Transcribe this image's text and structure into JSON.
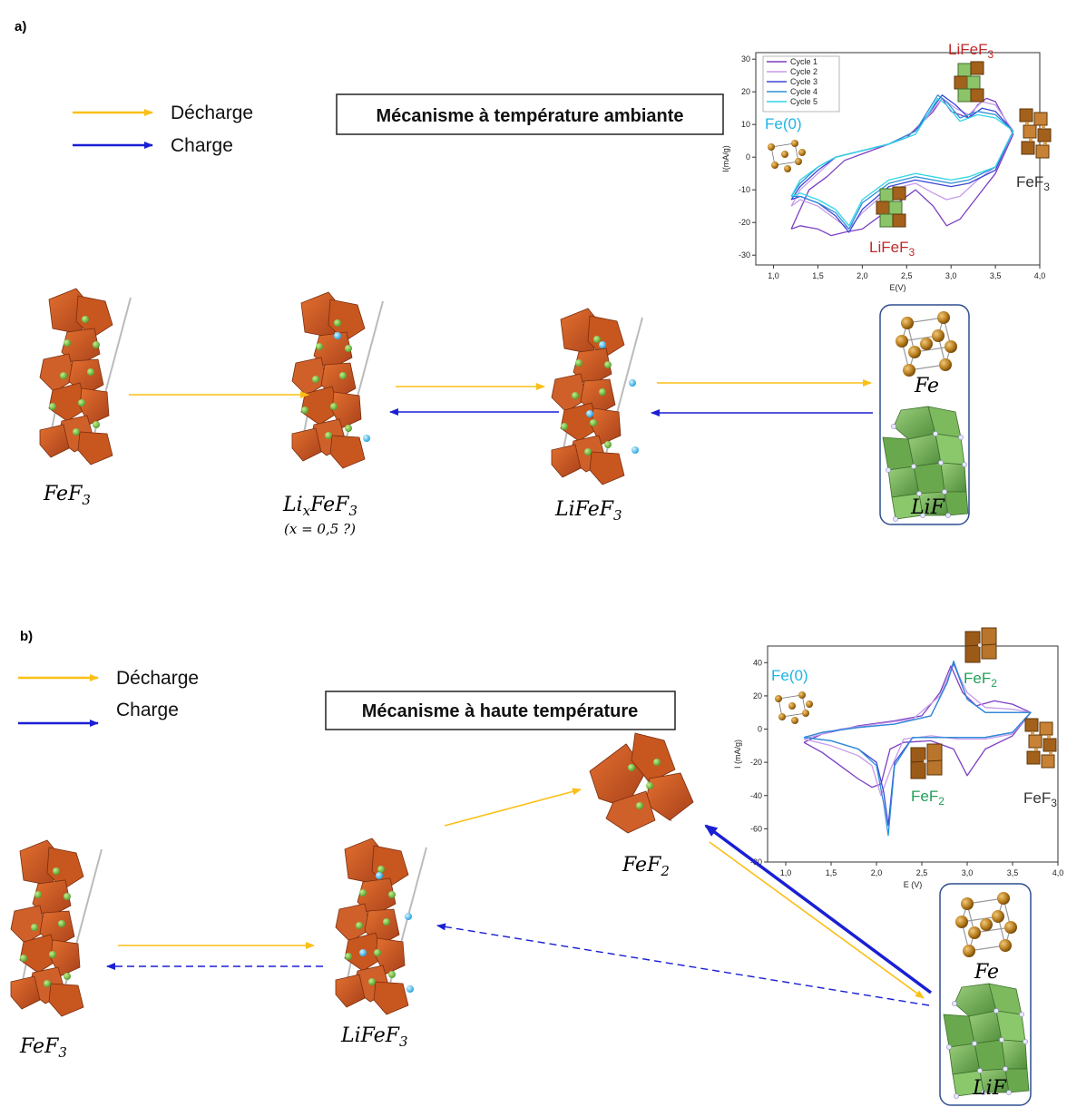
{
  "panel_a": {
    "label": "a)",
    "legend": {
      "discharge": "Décharge",
      "charge": "Charge"
    },
    "title": "Mécanisme à température ambiante",
    "compounds": {
      "fef3": "FeF",
      "fef3_sub": "3",
      "lixfef3_li": "Li",
      "lixfef3_x": "x",
      "lixfef3_rest": "FeF",
      "lixfef3_sub": "3",
      "lixfef3_note": "(x = 0,5 ?)",
      "lifef3": "LiFeF",
      "lifef3_sub": "3",
      "fe": "Fe",
      "lif": "LiF"
    },
    "annotations": {
      "fe0": "Fe(0)",
      "lifef3_top": "LiFeF",
      "lifef3_top_sub": "3",
      "lifef3_bottom": "LiFeF",
      "lifef3_bottom_sub": "3",
      "fef3": "FeF",
      "fef3_sub": "3"
    },
    "colors": {
      "discharge_arrow": "#fbbf16",
      "charge_arrow": "#1a1fd4",
      "fe0": "#1fb4e6",
      "lifef3": "#c0292b",
      "fef3": "#333333"
    }
  },
  "panel_b": {
    "label": "b)",
    "legend": {
      "discharge": "Décharge",
      "charge": "Charge"
    },
    "title": "Mécanisme à haute température",
    "compounds": {
      "fef3": "FeF",
      "fef3_sub": "3",
      "lifef3": "LiFeF",
      "lifef3_sub": "3",
      "fef2": "FeF",
      "fef2_sub": "2",
      "fe": "Fe",
      "lif": "LiF"
    },
    "annotations": {
      "fe0": "Fe(0)",
      "fef2_top": "FeF",
      "fef2_top_sub": "2",
      "fef2_bottom": "FeF",
      "fef2_bottom_sub": "2",
      "fef3": "FeF",
      "fef3_sub": "3"
    },
    "colors": {
      "discharge_arrow": "#fbbf16",
      "charge_arrow": "#1a1fd4",
      "fe0": "#1fb4e6",
      "fef2": "#21a05a",
      "fef3": "#333333"
    }
  },
  "chart_data": [
    {
      "type": "line",
      "xlabel": "E(V)",
      "ylabel": "I(mA/g)",
      "xlim": [
        0.8,
        4.0
      ],
      "ylim": [
        -33,
        32
      ],
      "xticks": [
        "1,0",
        "1,5",
        "2,0",
        "2,5",
        "3,0",
        "3,5",
        "4,0"
      ],
      "xtick_values": [
        1.0,
        1.5,
        2.0,
        2.5,
        3.0,
        3.5,
        4.0
      ],
      "yticks": [
        -30,
        -20,
        -10,
        0,
        10,
        20,
        30
      ],
      "legend_position": "top-left",
      "series": [
        {
          "name": "Cycle 1",
          "color": "#7b3fc4",
          "x": [
            1.2,
            1.3,
            1.5,
            1.65,
            1.8,
            2.0,
            2.3,
            2.6,
            2.8,
            2.95,
            3.1,
            3.3,
            3.5,
            3.7,
            3.5,
            3.4,
            3.3,
            3.2,
            3.0,
            2.9,
            2.8,
            2.5,
            2.2,
            2.0,
            1.8,
            1.6,
            1.4,
            1.2
          ],
          "y": [
            -22,
            -21,
            -22,
            -24,
            -23,
            -22,
            -16,
            -10,
            -15,
            -21,
            -19,
            -12,
            -5,
            7,
            17,
            18,
            16,
            12,
            14,
            18,
            14,
            6,
            3,
            1,
            -1,
            -6,
            -10,
            -22
          ]
        },
        {
          "name": "Cycle 2",
          "color": "#c79be8",
          "x": [
            1.2,
            1.3,
            1.5,
            1.7,
            1.85,
            2.0,
            2.3,
            2.6,
            2.8,
            2.95,
            3.1,
            3.3,
            3.5,
            3.7,
            3.5,
            3.35,
            3.2,
            3.05,
            2.9,
            2.6,
            2.3,
            2.0,
            1.7,
            1.5,
            1.3,
            1.2
          ],
          "y": [
            -15,
            -13,
            -15,
            -19,
            -22,
            -17,
            -10,
            -8,
            -11,
            -13,
            -12,
            -7,
            -3,
            8,
            16,
            17,
            13,
            15,
            18,
            8,
            4,
            2,
            0,
            -5,
            -10,
            -15
          ]
        },
        {
          "name": "Cycle 3",
          "color": "#3a47d6",
          "x": [
            1.2,
            1.3,
            1.5,
            1.7,
            1.85,
            2.0,
            2.3,
            2.6,
            2.8,
            3.0,
            3.2,
            3.5,
            3.7,
            3.5,
            3.35,
            3.2,
            3.05,
            2.9,
            2.6,
            2.3,
            2.0,
            1.7,
            1.5,
            1.3,
            1.2
          ],
          "y": [
            -13,
            -12,
            -14,
            -18,
            -23,
            -16,
            -9,
            -7,
            -8,
            -9,
            -8,
            -4,
            8,
            14,
            15,
            12,
            16,
            19,
            8,
            4,
            2,
            0,
            -4,
            -9,
            -13
          ]
        },
        {
          "name": "Cycle 4",
          "color": "#2f8fd8",
          "x": [
            1.2,
            1.3,
            1.5,
            1.7,
            1.85,
            2.0,
            2.3,
            2.6,
            2.8,
            3.0,
            3.2,
            3.5,
            3.7,
            3.5,
            3.3,
            3.1,
            2.95,
            2.85,
            2.6,
            2.3,
            2.0,
            1.7,
            1.5,
            1.3,
            1.2
          ],
          "y": [
            -12,
            -12,
            -14,
            -17,
            -22,
            -14,
            -8,
            -6,
            -7,
            -8,
            -7,
            -3,
            8,
            13,
            14,
            12,
            17,
            19,
            8,
            4,
            2,
            0,
            -3,
            -8,
            -12
          ]
        },
        {
          "name": "Cycle 5",
          "color": "#2fd6e6",
          "x": [
            1.2,
            1.3,
            1.5,
            1.7,
            1.85,
            2.0,
            2.3,
            2.6,
            2.8,
            3.0,
            3.2,
            3.5,
            3.7,
            3.5,
            3.3,
            3.1,
            2.95,
            2.85,
            2.6,
            2.3,
            2.0,
            1.7,
            1.5,
            1.3,
            1.2
          ],
          "y": [
            -12,
            -11,
            -13,
            -16,
            -21,
            -13,
            -7,
            -5,
            -6,
            -7,
            -6,
            -3,
            8,
            12,
            13,
            11,
            16,
            18,
            7,
            4,
            2,
            0,
            -3,
            -7,
            -12
          ]
        }
      ]
    },
    {
      "type": "line",
      "xlabel": "E (V)",
      "ylabel": "I (mA/g)",
      "xlim": [
        0.8,
        4.0
      ],
      "ylim": [
        -80,
        50
      ],
      "xticks": [
        "1,0",
        "1,5",
        "2,0",
        "2,5",
        "3,0",
        "3,5",
        "4,0"
      ],
      "xtick_values": [
        1.0,
        1.5,
        2.0,
        2.5,
        3.0,
        3.5,
        4.0
      ],
      "yticks": [
        -80,
        -60,
        -40,
        -20,
        0,
        20,
        40
      ],
      "series": [
        {
          "color": "#7b3fc4",
          "x": [
            1.2,
            1.4,
            1.6,
            1.8,
            1.95,
            2.05,
            2.15,
            2.3,
            2.6,
            2.85,
            3.0,
            3.2,
            3.5,
            3.7,
            3.5,
            3.3,
            3.1,
            2.95,
            2.82,
            2.7,
            2.5,
            2.2,
            1.8,
            1.4,
            1.2
          ],
          "y": [
            -8,
            -14,
            -22,
            -30,
            -35,
            -33,
            -12,
            -8,
            -7,
            -12,
            -28,
            -12,
            -4,
            10,
            15,
            17,
            14,
            22,
            38,
            22,
            8,
            5,
            2,
            -3,
            -8
          ]
        },
        {
          "color": "#c79be8",
          "x": [
            1.2,
            1.5,
            1.8,
            1.95,
            2.05,
            2.15,
            2.3,
            2.6,
            2.9,
            3.2,
            3.5,
            3.7,
            3.5,
            3.2,
            3.0,
            2.85,
            2.7,
            2.4,
            2.0,
            1.6,
            1.2
          ],
          "y": [
            -6,
            -10,
            -16,
            -22,
            -40,
            -25,
            -6,
            -4,
            -6,
            -6,
            -3,
            10,
            12,
            13,
            22,
            39,
            20,
            6,
            3,
            0,
            -6
          ]
        },
        {
          "color": "#3a47d6",
          "x": [
            1.2,
            1.5,
            1.8,
            2.0,
            2.08,
            2.13,
            2.2,
            2.4,
            2.8,
            3.2,
            3.5,
            3.7,
            3.5,
            3.2,
            3.0,
            2.85,
            2.78,
            2.6,
            2.2,
            1.8,
            1.4,
            1.2
          ],
          "y": [
            -5,
            -7,
            -12,
            -20,
            -38,
            -58,
            -20,
            -5,
            -5,
            -5,
            -2,
            10,
            10,
            10,
            18,
            40,
            28,
            8,
            3,
            1,
            -2,
            -5
          ]
        },
        {
          "color": "#2f8fd8",
          "x": [
            1.2,
            1.5,
            1.8,
            2.0,
            2.08,
            2.13,
            2.2,
            2.4,
            2.8,
            3.2,
            3.5,
            3.7,
            3.5,
            3.2,
            3.0,
            2.85,
            2.78,
            2.6,
            2.2,
            1.8,
            1.4,
            1.2
          ],
          "y": [
            -5,
            -7,
            -12,
            -22,
            -45,
            -64,
            -22,
            -5,
            -5,
            -5,
            -2,
            10,
            10,
            10,
            18,
            41,
            28,
            8,
            3,
            1,
            -2,
            -5
          ]
        }
      ]
    }
  ]
}
